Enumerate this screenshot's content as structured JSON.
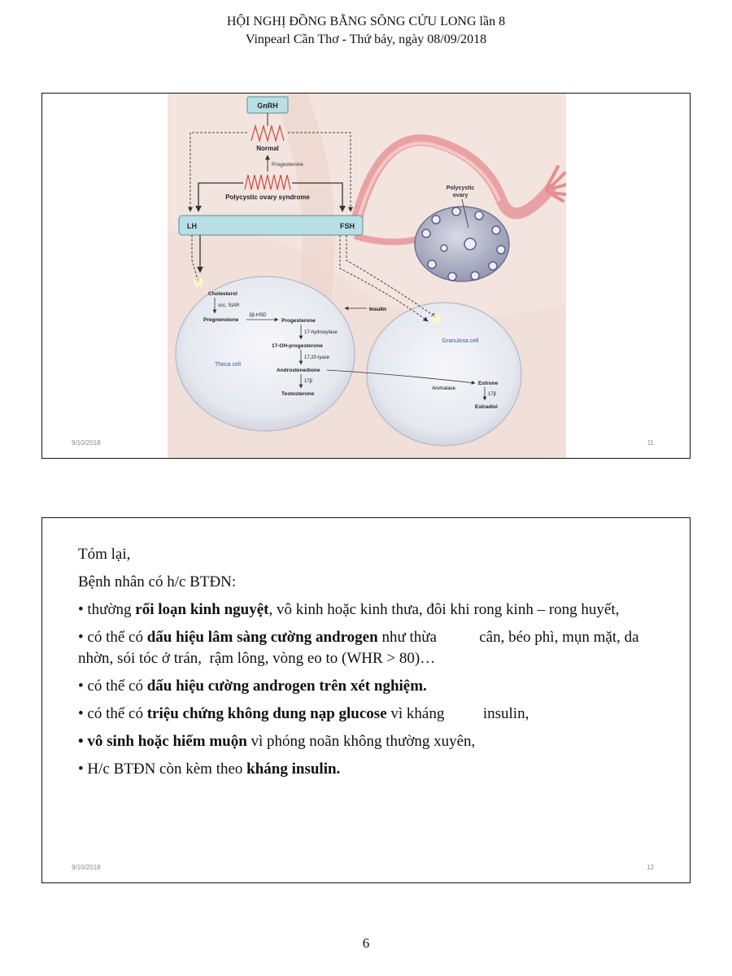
{
  "header": {
    "line1": "HỘI NGHỊ ĐỒNG BẰNG SÔNG CỬU LONG lần 8",
    "line2": "Vinpearl Cần Thơ - Thứ bảy, ngày 08/09/2018"
  },
  "slide1": {
    "date": "9/10/2018",
    "number": "11",
    "figure": {
      "gnrh": "GnRH",
      "normal": "Normal",
      "progesterone_feedback": "Progesterone",
      "pcos": "Polycystic ovary syndrome",
      "lh": "LH",
      "fsh": "FSH",
      "polycystic_ovary_1": "Polycystic",
      "polycystic_ovary_2": "ovary",
      "cholesterol": "Cholesterol",
      "scc_star": "scc, StAR",
      "pregnenolone": "Pregnenolone",
      "hsd": "3β-HSD",
      "progesterone": "Progesterone",
      "hydroxylase": "17-hydroxylase",
      "oh_progesterone": "17-OH-progesterone",
      "lyase": "17,20-lyase",
      "androstenedione": "Androstenedione",
      "beta1": "17β",
      "testosterone": "Testosterone",
      "insulin": "Insulin",
      "theca_cell": "Theca cell",
      "granulosa_cell": "Granulosa cell",
      "aromatase": "Aromatase",
      "estrone": "Estrone",
      "beta2": "17β",
      "estradiol": "Estradiol"
    }
  },
  "slide2": {
    "date": "9/10/2018",
    "number": "12",
    "intro1": "Tóm lại,",
    "intro2": "Bệnh nhân có h/c BTĐN:",
    "b1": {
      "pre": "•  thường ",
      "bold": "rối loạn kinh nguyệt",
      "post": ", vô kinh hoặc kinh thưa,   đôi khi rong kinh – rong huyết,"
    },
    "b2": {
      "pre": "• có thể có ",
      "bold": "dấu hiệu lâm sàng cường androgen",
      "post": " như thừa           cân, béo phì, mụn mặt, da nhờn, sói tóc ở trán,  rậm lông, vòng eo to (WHR > 80)…"
    },
    "b3": {
      "pre": "• có thể có ",
      "bold": "dấu hiệu cường androgen trên xét nghiệm."
    },
    "b4": {
      "pre": "• có thể có ",
      "bold": "triệu chứng không dung nạp glucose",
      "post": " vì kháng          insulin,"
    },
    "b5": {
      "bold": "• vô sinh hoặc hiếm muộn",
      "post": " vì phóng noãn không thường  xuyên,"
    },
    "b6": {
      "pre": "• H/c BTĐN còn kèm theo ",
      "bold": "kháng insulin."
    }
  },
  "page_number": "6"
}
